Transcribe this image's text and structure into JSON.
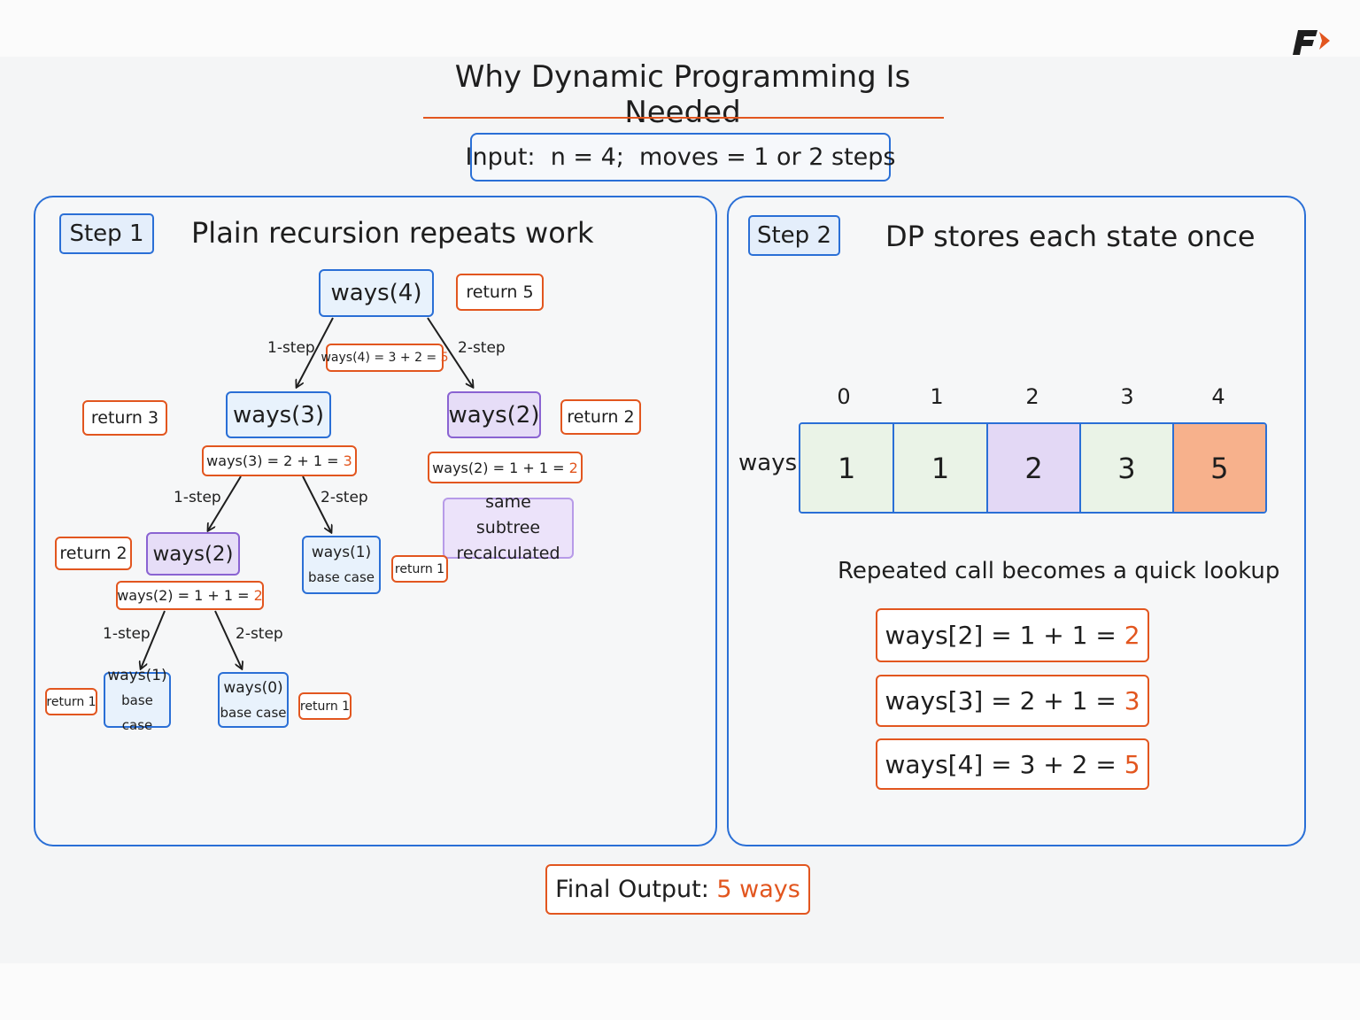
{
  "title": "Why Dynamic Programming Is Needed",
  "input_text": "Input:  n = 4;  moves = 1 or 2 steps",
  "step1": {
    "tag": "Step 1",
    "heading": "Plain recursion repeats work",
    "nodes": {
      "ways4": "ways(4)",
      "ways3": "ways(3)",
      "ways2_right": "ways(2)",
      "ways2_left": "ways(2)",
      "ways1_mid": "ways(1)",
      "ways1_bottom": "ways(1)",
      "ways0": "ways(0)",
      "base_case": "base case"
    },
    "returns": {
      "r5": "return 5",
      "r3": "return 3",
      "r2_right": "return 2",
      "r2_left": "return 2",
      "r1_mid": "return 1",
      "r1_left": "return 1",
      "r1_right": "return 1"
    },
    "calcs": {
      "c4_prefix": "ways(4) = 3 + 2 = ",
      "c4_result": "5",
      "c3_prefix": "ways(3) = 2 + 1 = ",
      "c3_result": "3",
      "c2r_prefix": "ways(2) = 1 + 1 = ",
      "c2r_result": "2",
      "c2l_prefix": "ways(2) = 1 + 1 = ",
      "c2l_result": "2"
    },
    "edge_labels": {
      "one_step": "1-step",
      "two_step": "2-step"
    },
    "note": "same subtree recalculated"
  },
  "step2": {
    "tag": "Step 2",
    "heading": "DP stores each state once",
    "row_label": "ways",
    "indices": [
      "0",
      "1",
      "2",
      "3",
      "4"
    ],
    "values": [
      "1",
      "1",
      "2",
      "3",
      "5"
    ],
    "cell_colors": [
      "#eaf3e7",
      "#eaf3e7",
      "#e3d8f5",
      "#eaf3e7",
      "#f7b18c"
    ],
    "subheading": "Repeated call becomes a quick lookup",
    "lookups": [
      {
        "prefix": "ways[2] = 1 + 1 = ",
        "result": "2"
      },
      {
        "prefix": "ways[3] = 2 + 1 = ",
        "result": "3"
      },
      {
        "prefix": "ways[4] = 3 + 2 = ",
        "result": "5"
      }
    ]
  },
  "final": {
    "label": "Final Output: ",
    "value": "5 ways"
  },
  "colors": {
    "blue": "#2a6fd6",
    "orange": "#e2561f",
    "purple": "#8a63d2"
  },
  "logo_icon": "brand-logo-icon"
}
